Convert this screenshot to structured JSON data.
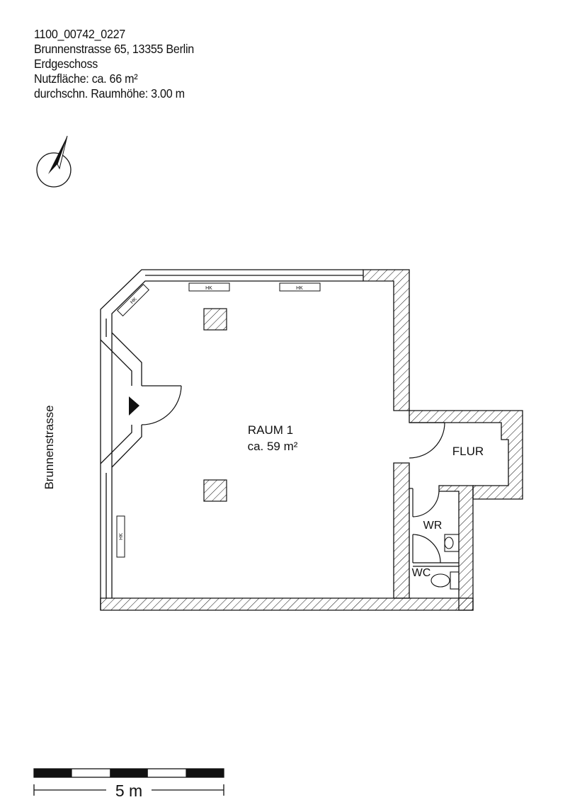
{
  "header": {
    "id": "1100_00742_0227",
    "address": "Brunnenstrasse 65, 13355 Berlin",
    "floor": "Erdgeschoss",
    "area": "Nutzfläche: ca. 66 m²",
    "height": "durchschn. Raumhöhe: 3.00 m"
  },
  "plan": {
    "street": "Brunnenstrasse",
    "room1_name": "RAUM 1",
    "room1_area": "ca. 59 m²",
    "flur": "FLUR",
    "wr": "WR",
    "wc": "WC",
    "radiator_label": "HK"
  },
  "scale": {
    "label": "5 m"
  }
}
